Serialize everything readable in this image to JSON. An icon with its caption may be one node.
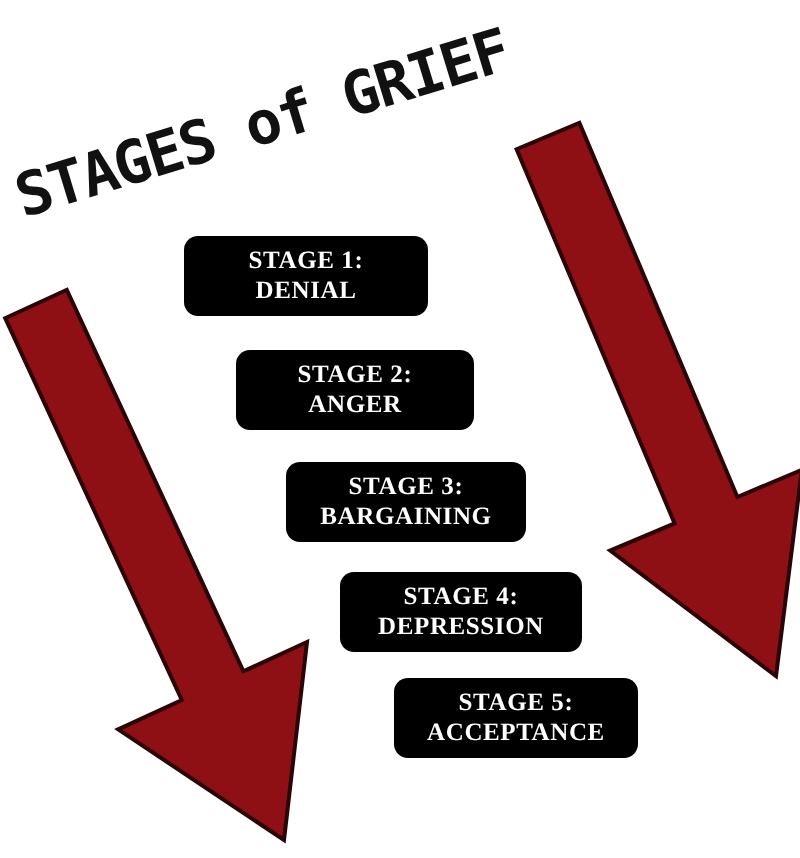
{
  "diagram": {
    "title": "STAGES of GRIEF",
    "nodes": [
      {
        "text": [
          "STAGE 1: DENIAL"
        ]
      },
      {
        "text": [
          "STAGE 2: ANGER"
        ]
      },
      {
        "text": [
          "STAGE 3: BARGAINING"
        ]
      },
      {
        "text": [
          "STAGE 4: DEPRESSION"
        ]
      },
      {
        "text": [
          "STAGE 5: ACCEPTANCE"
        ]
      }
    ]
  }
}
